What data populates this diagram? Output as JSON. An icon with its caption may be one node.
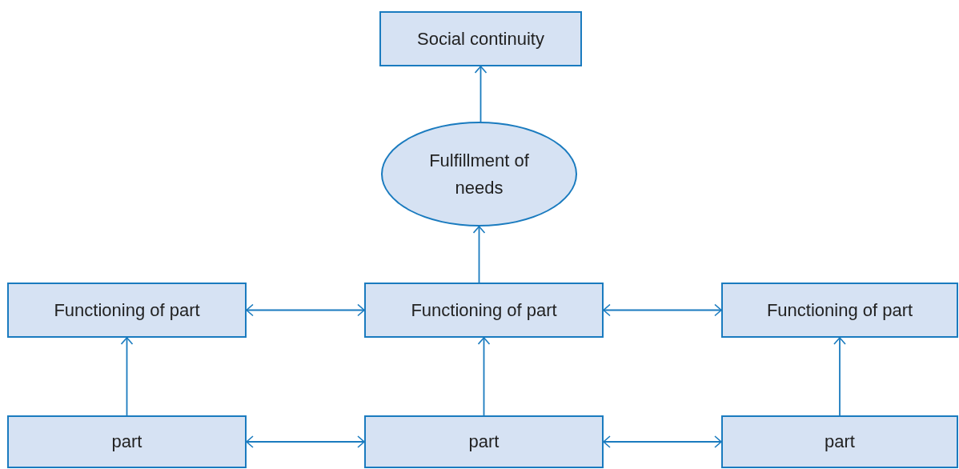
{
  "diagram": {
    "nodes": [
      {
        "text": [
          "Social continuity"
        ]
      },
      {
        "text": [
          "Fulfillment of needs"
        ]
      },
      {
        "text": [
          "Functioning of part"
        ]
      },
      {
        "text": [
          "Functioning of part"
        ]
      },
      {
        "text": [
          "Functioning of part"
        ]
      },
      {
        "text": [
          "part"
        ]
      },
      {
        "text": [
          "part"
        ]
      },
      {
        "text": [
          "part"
        ]
      }
    ],
    "edges": [
      {
        "from": 1,
        "to": 0,
        "arrow": "to"
      },
      {
        "from": 3,
        "to": 1,
        "arrow": "to"
      },
      {
        "from": 2,
        "to": 3,
        "arrow": "both"
      },
      {
        "from": 3,
        "to": 4,
        "arrow": "both"
      },
      {
        "from": 5,
        "to": 2,
        "arrow": "to"
      },
      {
        "from": 6,
        "to": 3,
        "arrow": "to"
      },
      {
        "from": 7,
        "to": 4,
        "arrow": "to"
      },
      {
        "from": 5,
        "to": 6,
        "arrow": "both"
      },
      {
        "from": 6,
        "to": 7,
        "arrow": "both"
      }
    ]
  }
}
